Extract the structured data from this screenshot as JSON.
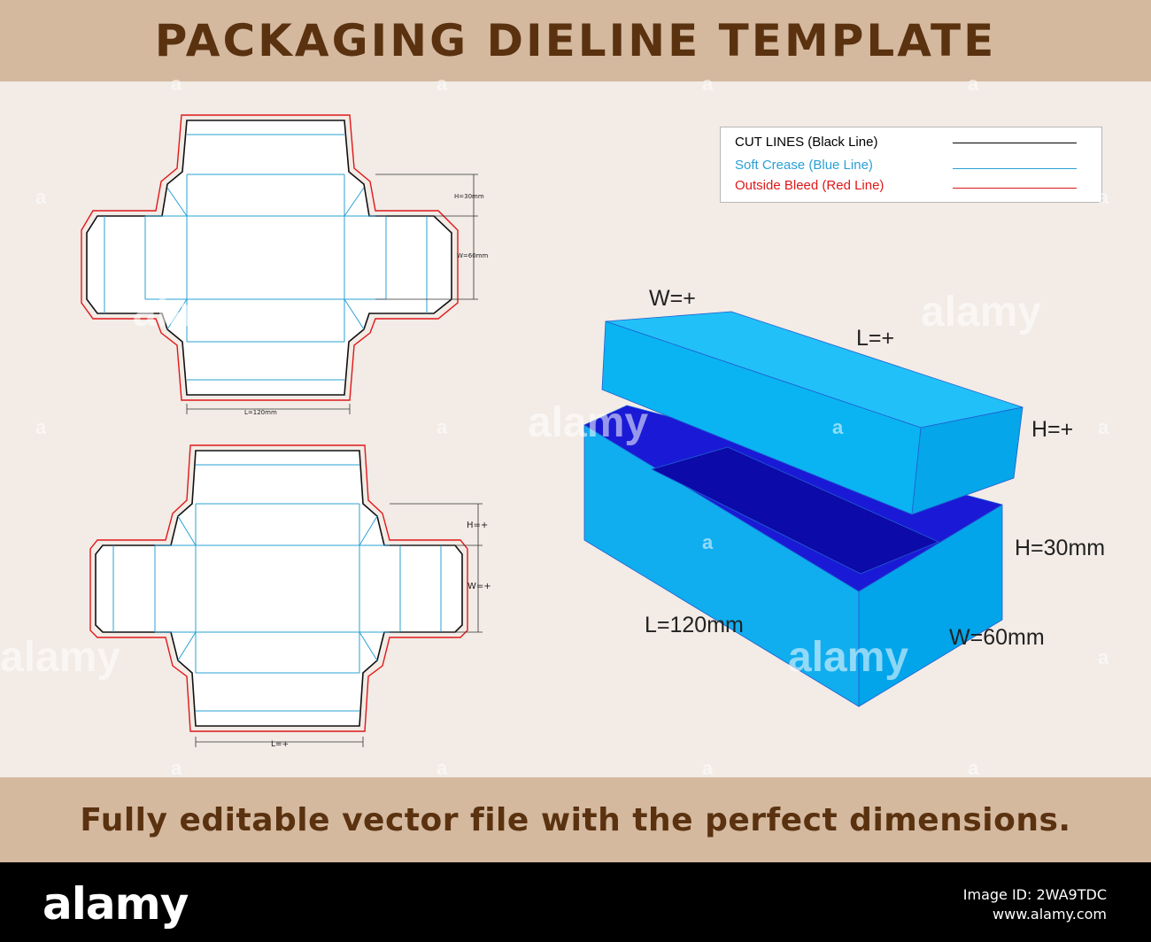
{
  "header": {
    "title": "PACKAGING DIELINE TEMPLATE"
  },
  "footer_band": {
    "tagline": "Fully editable vector file with the perfect dimensions."
  },
  "legend": {
    "items": [
      {
        "label": "CUT LINES (Black Line)",
        "color": "#000000"
      },
      {
        "label": "Soft Crease (Blue Line)",
        "color": "#2aa0d6"
      },
      {
        "label": "Outside Bleed (Red Line)",
        "color": "#e01818"
      }
    ]
  },
  "dieline_top": {
    "height_label": "H=30mm",
    "width_label": "W=60mm",
    "length_label": "L=120mm"
  },
  "dieline_bottom": {
    "height_label": "H=+",
    "width_label": "W=+",
    "length_label": "L=+"
  },
  "box_3d": {
    "lid_width_label": "W=+",
    "lid_length_label": "L=+",
    "lid_height_label": "H=+",
    "base_height_label": "H=30mm",
    "base_length_label": "L=120mm",
    "base_width_label": "W=60mm"
  },
  "stock": {
    "logo": "alamy",
    "image_id_label": "Image ID: 2WA9TDC",
    "url": "www.alamy.com"
  },
  "watermark": {
    "text": "alamy",
    "mark": "a"
  },
  "colors": {
    "band": "#d4b99f",
    "title_text": "#5a3210",
    "box_light": "#00b4f0",
    "box_mid": "#0aa6ea",
    "box_dark": "#1414d8"
  }
}
